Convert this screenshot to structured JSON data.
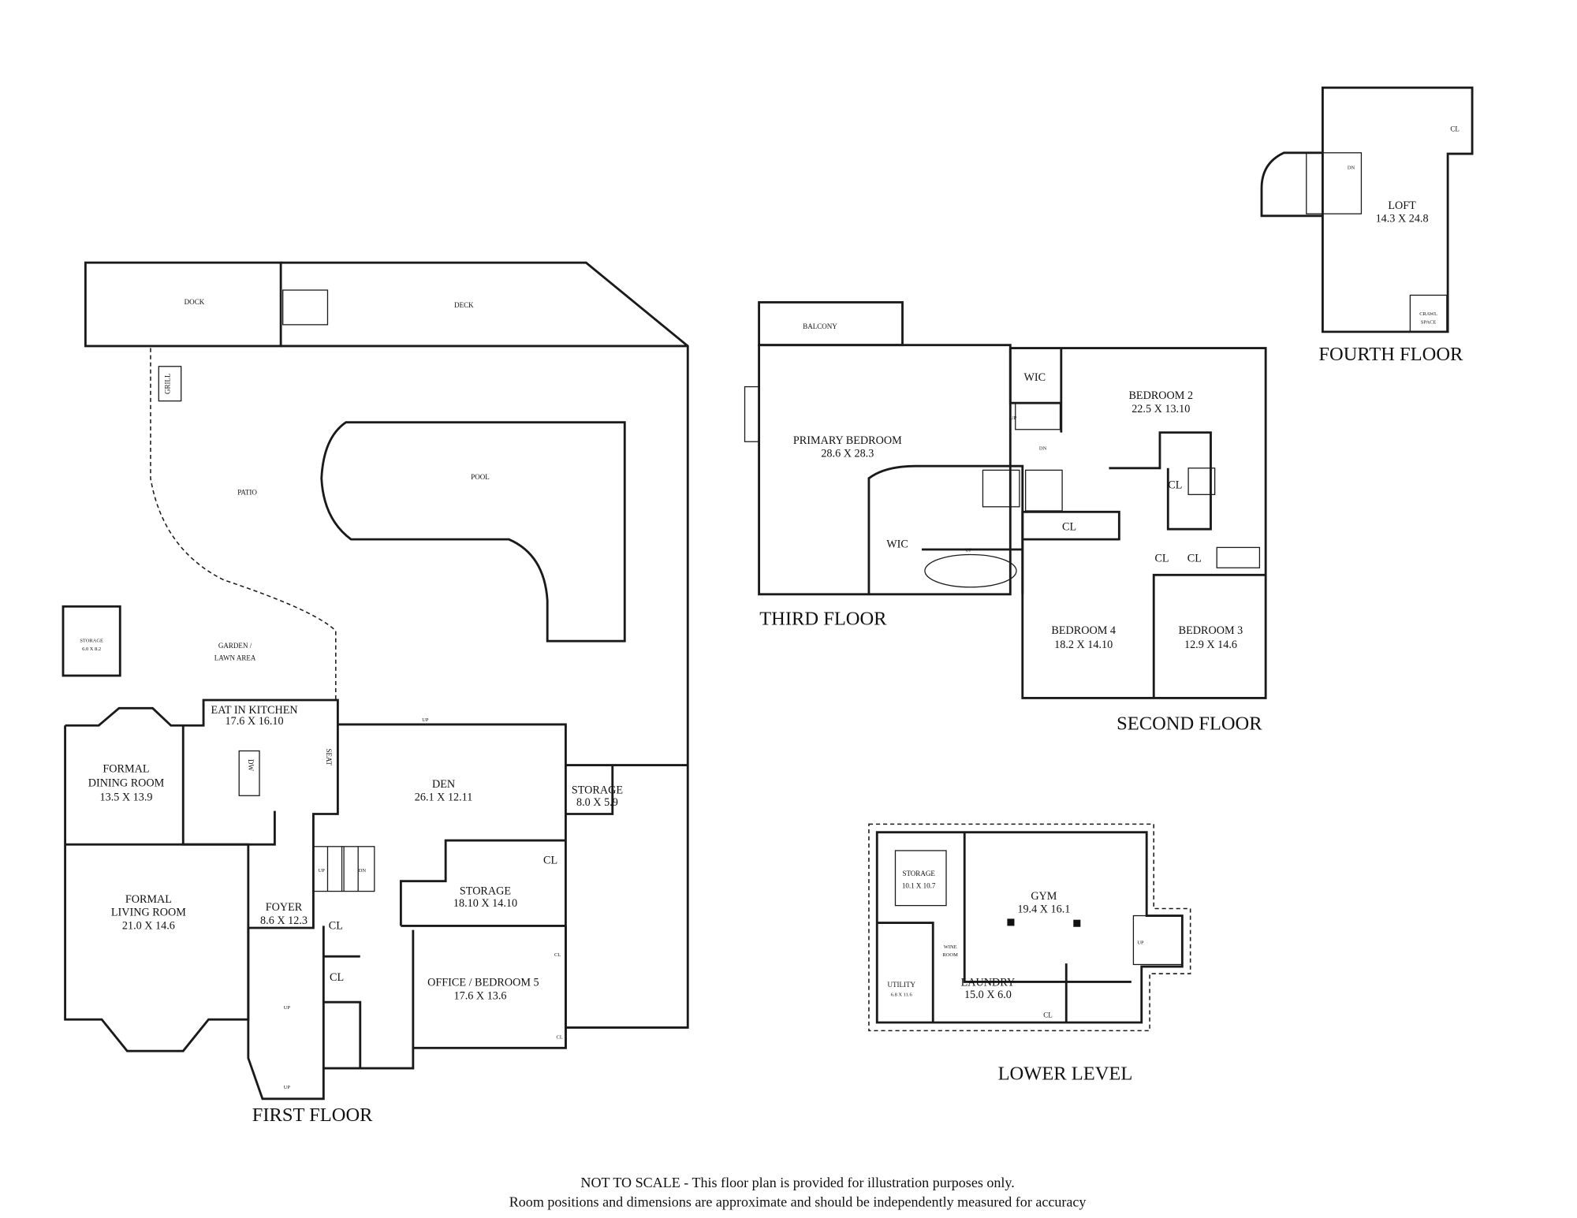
{
  "floors": {
    "first": {
      "title": "FIRST FLOOR",
      "dock": "DOCK",
      "deck": "DECK",
      "grill": "GRILL",
      "patio": "PATIO",
      "pool": "POOL",
      "garden": [
        "GARDEN /",
        "LAWN AREA"
      ],
      "storage_small": {
        "name": "STORAGE",
        "dims": "6.0 X 8.2"
      },
      "kitchen": {
        "name": "EAT IN KITCHEN",
        "dims": "17.6 X 16.10"
      },
      "dining": {
        "name": [
          "FORMAL",
          "DINING ROOM"
        ],
        "dims": "13.5 X 13.9"
      },
      "living": {
        "name": [
          "FORMAL",
          "LIVING ROOM"
        ],
        "dims": "21.0 X 14.6"
      },
      "foyer": {
        "name": "FOYER",
        "dims": "8.6 X 12.3"
      },
      "den": {
        "name": "DEN",
        "dims": "26.1 X 12.11"
      },
      "storage_a": {
        "name": "STORAGE",
        "dims": "8.0 X 5.9"
      },
      "storage_b": {
        "name": "STORAGE",
        "dims": "18.10 X 14.10"
      },
      "office": {
        "name": "OFFICE / BEDROOM 5",
        "dims": "17.6 X 13.6"
      },
      "seat": "SEAT",
      "dw": "DW",
      "cl": "CL",
      "up": "UP",
      "dn": "DN"
    },
    "second": {
      "title": "SECOND FLOOR",
      "bedroom2": {
        "name": "BEDROOM 2",
        "dims": "22.5 X 13.10"
      },
      "bedroom3": {
        "name": "BEDROOM 3",
        "dims": "12.9 X 14.6"
      },
      "bedroom4": {
        "name": "BEDROOM 4",
        "dims": "18.2 X 14.10"
      },
      "wic": "WIC",
      "cl": "CL",
      "up": "UP",
      "dn": "DN"
    },
    "third": {
      "title": "THIRD FLOOR",
      "balcony": "BALCONY",
      "primary": {
        "name": "PRIMARY BEDROOM",
        "dims": "28.6 X 28.3"
      },
      "wic": "WIC",
      "up": "UP"
    },
    "fourth": {
      "title": "FOURTH FLOOR",
      "loft": {
        "name": "LOFT",
        "dims": "14.3 X 24.8"
      },
      "crawl": [
        "CRAWL",
        "SPACE"
      ],
      "cl": "CL",
      "dn": "DN"
    },
    "lower": {
      "title": "LOWER LEVEL",
      "storage": {
        "name": "STORAGE",
        "dims": "10.1 X 10.7"
      },
      "gym": {
        "name": "GYM",
        "dims": "19.4 X 16.1"
      },
      "wine": [
        "WINE",
        "ROOM"
      ],
      "utility": {
        "name": "UTILITY",
        "dims": "6.8 X 11.6"
      },
      "laundry": {
        "name": "LAUNDRY",
        "dims": "15.0 X 6.0"
      },
      "cl": "CL",
      "up": "UP"
    }
  },
  "disclaimer": [
    "NOT TO SCALE - This floor plan is provided for illustration purposes only.",
    "Room positions and dimensions are approximate and should be independently measured for accuracy"
  ]
}
